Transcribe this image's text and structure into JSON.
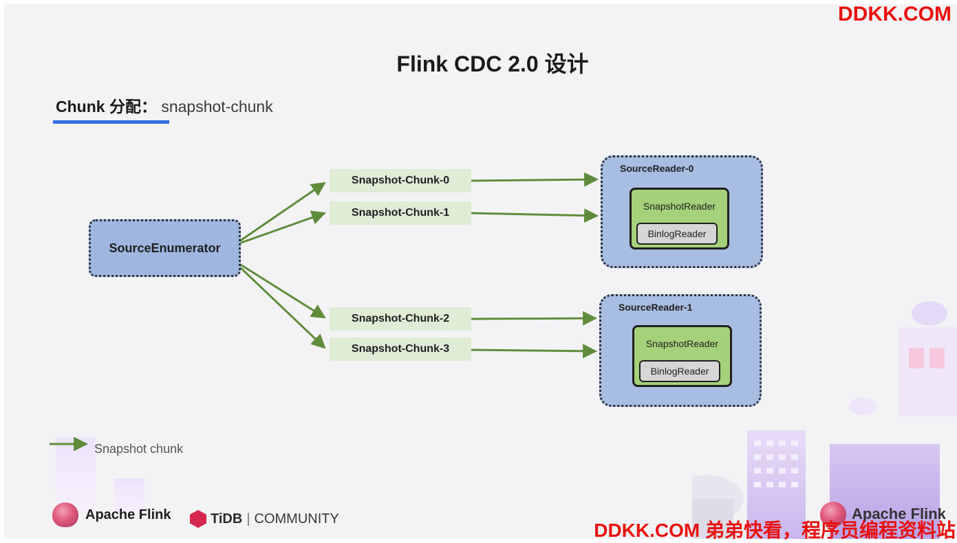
{
  "header": {
    "title": "Flink CDC 2.0 设计",
    "subtitle_strong": "Chunk 分配：",
    "subtitle_rest": "snapshot-chunk"
  },
  "diagram": {
    "enumerator": "SourceEnumerator",
    "chunks": [
      "Snapshot-Chunk-0",
      "Snapshot-Chunk-1",
      "Snapshot-Chunk-2",
      "Snapshot-Chunk-3"
    ],
    "readers": [
      {
        "label": "SourceReader-0",
        "snapshot_reader": "SnapshotReader",
        "binlog_reader": "BinlogReader"
      },
      {
        "label": "SourceReader-1",
        "snapshot_reader": "SnapshotReader",
        "binlog_reader": "BinlogReader"
      }
    ],
    "legend": "Snapshot chunk"
  },
  "footer": {
    "flink_logo": "Apache Flink",
    "tidb_brand": "TiDB",
    "tidb_separator": "|",
    "tidb_community": "COMMUNITY"
  },
  "watermark": {
    "top": "DDKK.COM",
    "bottom": "DDKK.COM 弟弟快看，程序员编程资料站"
  },
  "colors": {
    "arrow": "#5f8c3b",
    "enumerator_fill": "#9fb7e0",
    "chunk_fill": "#dfecd6",
    "reader_fill": "#a8bde2",
    "snapshot_fill": "#a4d17a",
    "binlog_fill": "#d6d6d6",
    "accent": "#2f6fe0",
    "watermark": "#e8110e"
  }
}
